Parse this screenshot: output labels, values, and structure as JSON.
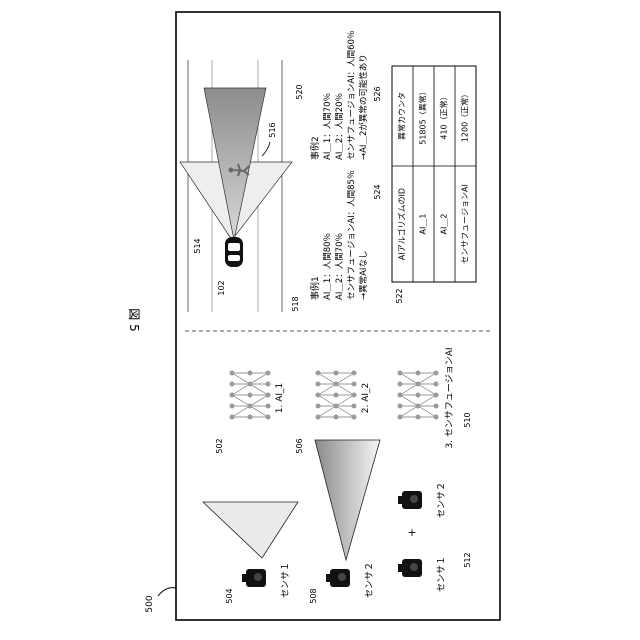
{
  "figure": {
    "title": "図 5",
    "ref_main": "500"
  },
  "left": {
    "sensor1": {
      "label": "センサ１",
      "ref": "504",
      "cone_ref": "502"
    },
    "sensor2": {
      "label": "センサ２",
      "ref": "508",
      "cone_ref": "506"
    },
    "fusion": {
      "sensor1_label": "センサ１",
      "sensor2_label": "センサ２",
      "plus": "+",
      "ref": "512",
      "ai_ref": "510"
    },
    "ai_labels": [
      "1. AI_1",
      "2. AI_2",
      "3. センサフュージョンAI"
    ]
  },
  "right": {
    "vehicle_ref": "102",
    "road_ref": "514",
    "cone_ref": "516",
    "case2_ref": "520",
    "case1_ref": "518",
    "table_ref": "522",
    "col1_ref": "524",
    "col2_ref": "526",
    "case1": {
      "title": "事例1",
      "lines": [
        "AI＿1：人間80％",
        "AI＿2：人間70％",
        "センサフュージョンAI：人間85％",
        "→異常AIなし"
      ]
    },
    "case2": {
      "title": "事例2",
      "lines": [
        "AI＿1：人間70％",
        "AI＿2：人間20％",
        "センサフュージョンAI：人間60％",
        "→AI＿2が異常の可能性あり"
      ]
    },
    "table": {
      "headers": [
        "AIアルゴリズムのID",
        "異常カウンタ"
      ],
      "rows": [
        [
          "AI＿1",
          "51805（異常）"
        ],
        [
          "AI＿2",
          "410（正常）"
        ],
        [
          "センサフュージョンAI",
          "1200（正常）"
        ]
      ]
    }
  }
}
